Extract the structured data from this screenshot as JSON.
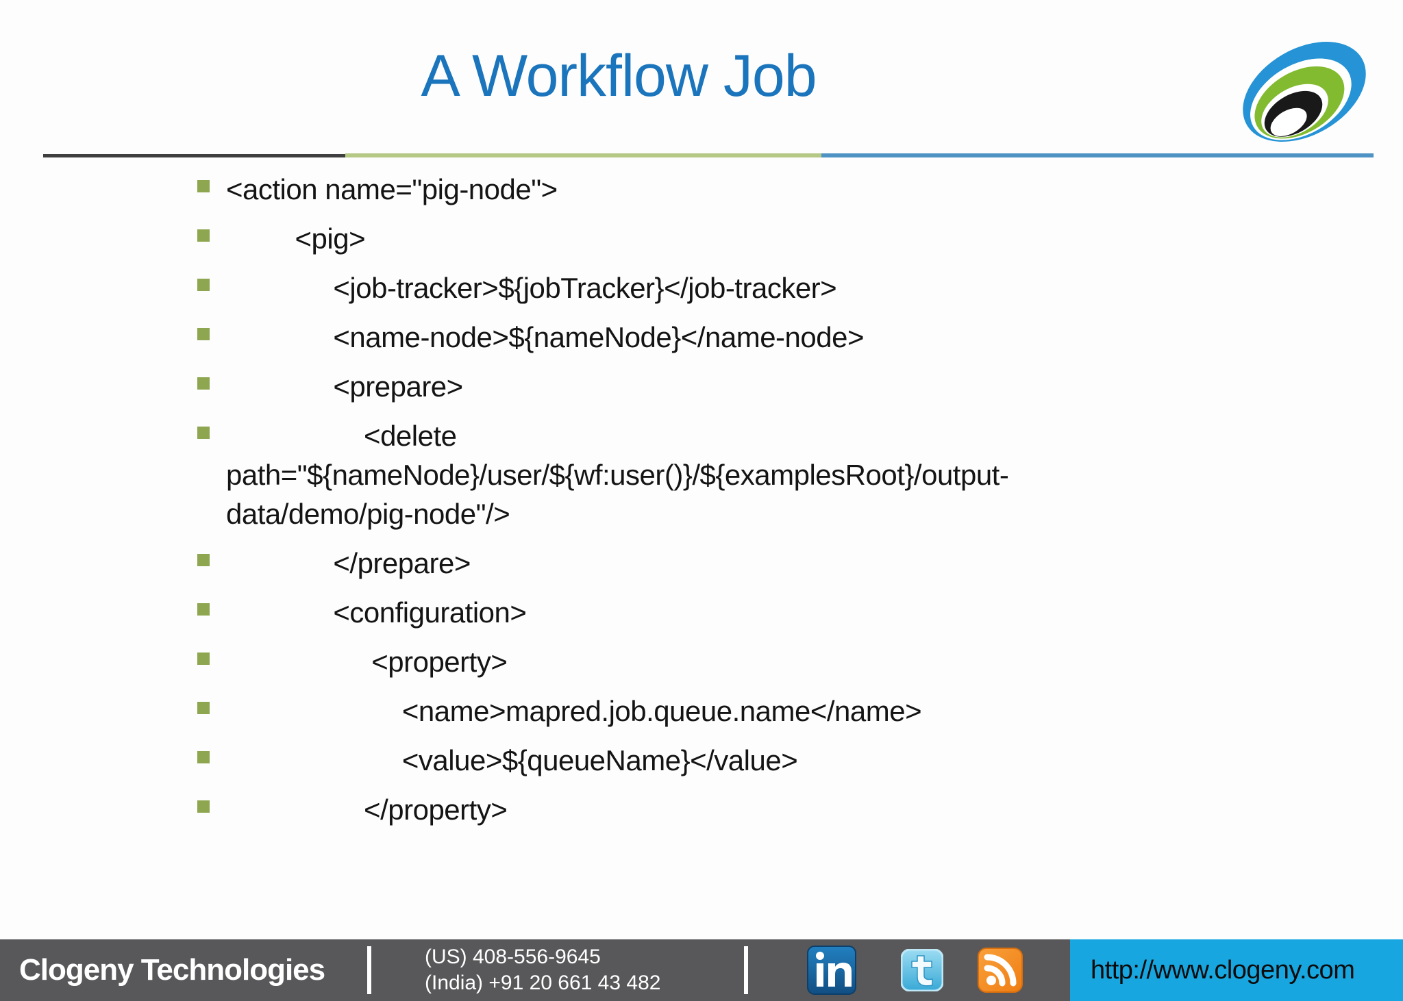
{
  "slide": {
    "title": "A Workflow Job",
    "accent_colors": {
      "title_blue": "#1b75bc",
      "bullet_green": "#8da64f",
      "divider_dark": "#3f3f3f",
      "divider_olive": "#b5c884",
      "divider_blue": "#4f93c5",
      "footer_gray": "#58585a",
      "footer_cyan": "#18a6e0",
      "logo_blue": "#2593d5",
      "logo_green": "#82bb2f"
    },
    "logo": "clogeny-swirl-logo",
    "bullets": [
      {
        "text": "<action name=\"pig-node\">"
      },
      {
        "text": "         <pig>"
      },
      {
        "text": "              <job-tracker>${jobTracker}</job-tracker>"
      },
      {
        "text": "              <name-node>${nameNode}</name-node>"
      },
      {
        "text": "              <prepare>"
      },
      {
        "text": "                  <delete\npath=\"${nameNode}/user/${wf:user()}/${examplesRoot}/output-\ndata/demo/pig-node\"/>"
      },
      {
        "text": "              </prepare>"
      },
      {
        "text": "              <configuration>"
      },
      {
        "text": "                   <property>"
      },
      {
        "text": "                       <name>mapred.job.queue.name</name>"
      },
      {
        "text": "                       <value>${queueName}</value>"
      },
      {
        "text": "                  </property>"
      }
    ],
    "footer": {
      "company": "Clogeny Technologies",
      "phones": [
        "(US) 408-556-9645",
        "(India) +91 20 661 43 482"
      ],
      "website": "http://www.clogeny.com",
      "social": [
        "linkedin",
        "twitter",
        "rss"
      ]
    }
  }
}
